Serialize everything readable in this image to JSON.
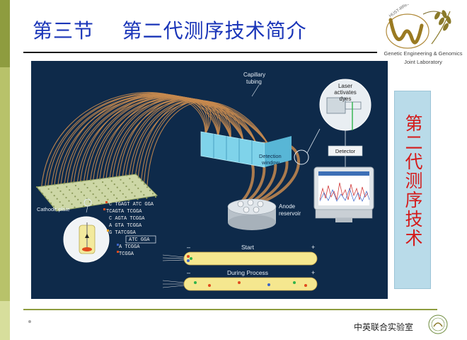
{
  "slide": {
    "title": "第三节    第二代测序技术简介",
    "side_label": "第二代测序技术",
    "footer": "中英联合实验室"
  },
  "logo": {
    "arc_text": "HUST-RRes",
    "line1": "Genetic Engineering & Genomics",
    "line2": "Joint Laboratory"
  },
  "figure": {
    "labels": {
      "capillary_tubing": [
        "Capillary",
        "tubing"
      ],
      "laser": [
        "Laser",
        "activates",
        "dyes"
      ],
      "detector": "Detector",
      "detection_window": [
        "Detection",
        "window"
      ],
      "cathode_plate": "Cathode plate",
      "anode_reservoir": [
        "Anode",
        "reservoir"
      ],
      "start": "Start",
      "during_process": "During Process",
      "minus": "–",
      "plus": "+"
    },
    "sequences": [
      "C TGAGT ATC GGA",
      "TCAGTA TCGGA",
      "C AGTA TCGGA",
      "A GTA TCGGA",
      "G TATCGGA",
      "ATC GGA",
      "A TCGGA",
      "TCGGA"
    ]
  },
  "colors": {
    "title": "#1a35b8",
    "side_text": "#d41b1b",
    "side_box": "#b9dbe9",
    "figure_bg": "#0e2a4a",
    "capillary": "#c78a4f",
    "accent_bar": "#8e9c3f"
  }
}
